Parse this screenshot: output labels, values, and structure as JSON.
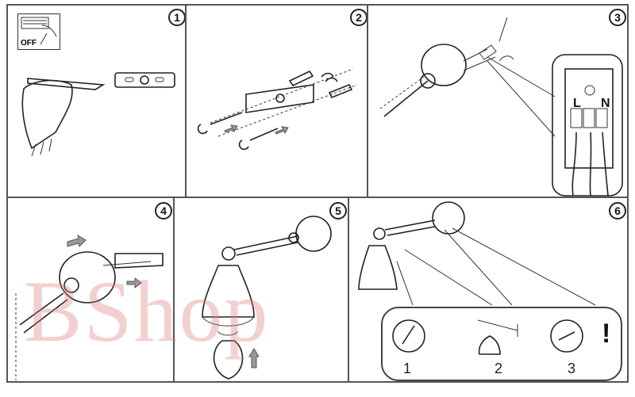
{
  "steps": [
    {
      "number": "1",
      "off_label": "OFF"
    },
    {
      "number": "2"
    },
    {
      "number": "3",
      "terminal_labels": [
        "L",
        "N"
      ]
    },
    {
      "number": "4"
    },
    {
      "number": "5"
    },
    {
      "number": "6",
      "options": [
        "1",
        "2",
        "3"
      ],
      "warning": "!"
    }
  ],
  "watermark": "BShop"
}
